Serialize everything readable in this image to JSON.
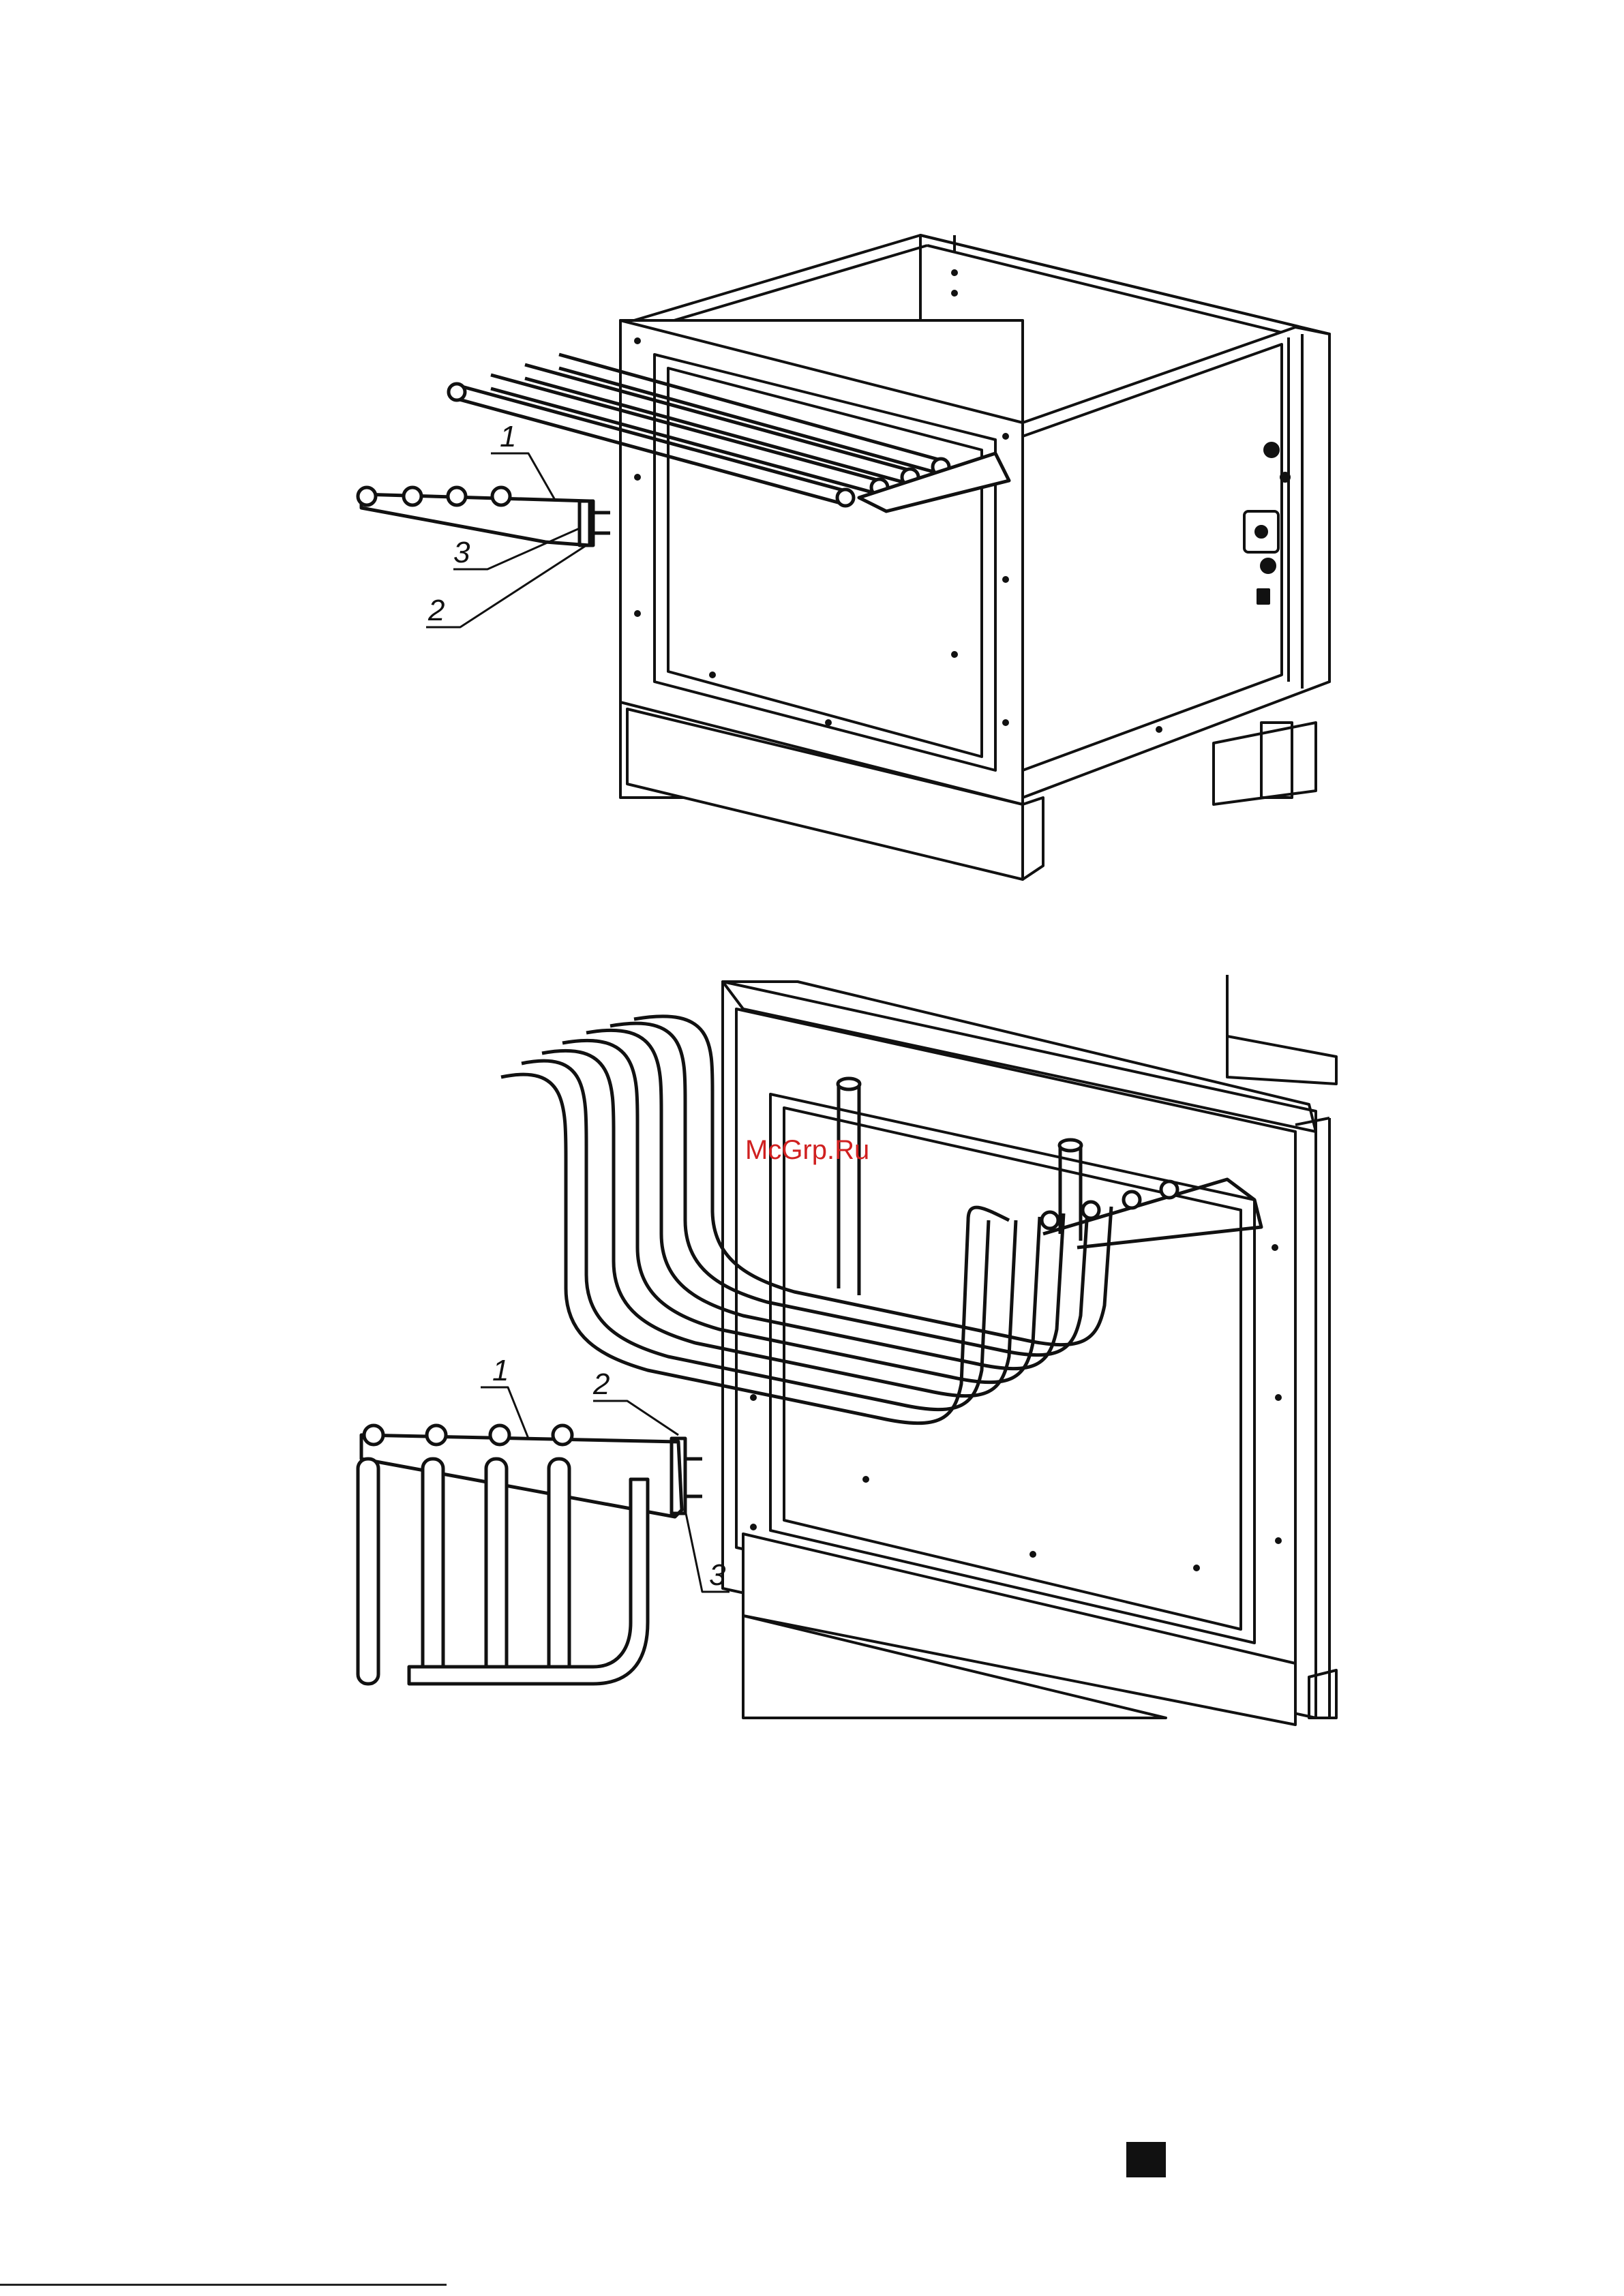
{
  "figure_top": {
    "callouts": [
      "1",
      "3",
      "2"
    ]
  },
  "figure_bottom": {
    "callouts": [
      "1",
      "2",
      "3"
    ]
  },
  "watermark": "McGrp.Ru"
}
